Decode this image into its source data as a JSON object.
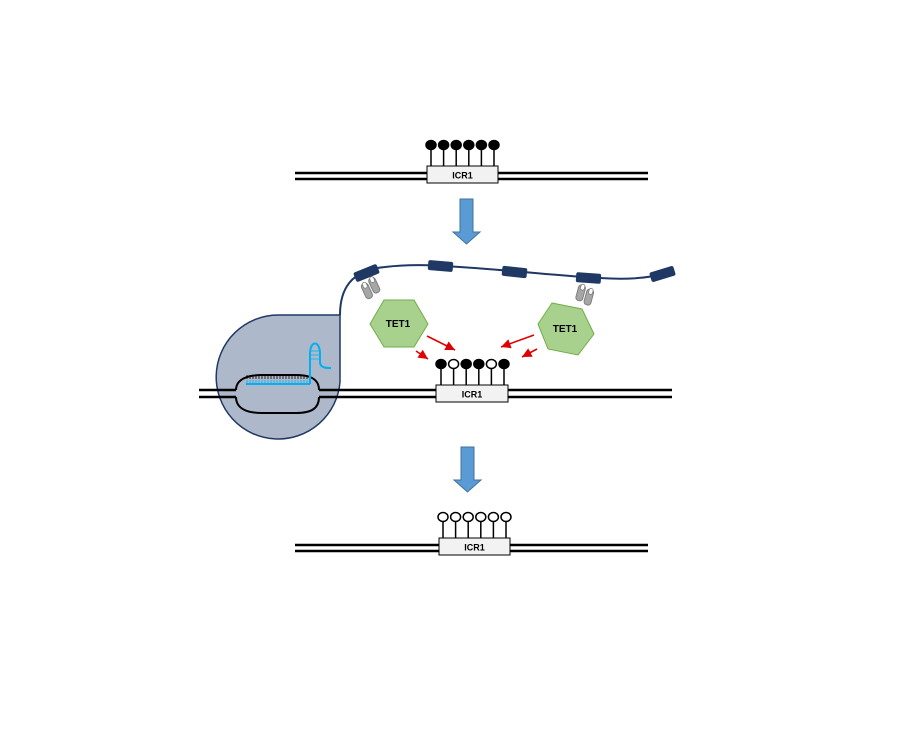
{
  "panels": {
    "top": {
      "region_label": "ICR1",
      "lollipops": [
        true,
        true,
        true,
        true,
        true,
        true
      ]
    },
    "middle": {
      "region_label": "ICR1",
      "lollipops": [
        true,
        false,
        true,
        true,
        false,
        true
      ]
    },
    "bottom": {
      "region_label": "ICR1",
      "lollipops": [
        false,
        false,
        false,
        false,
        false,
        false
      ]
    }
  },
  "enzymes": {
    "left_label": "TET1",
    "right_label": "TET1"
  },
  "colors": {
    "arrow_fill": "#5b9bd5",
    "arrow_stroke": "#41719c",
    "hexagon_fill": "#a9d18e",
    "hexagon_stroke": "#70ad47",
    "dcas9_fill": "#adb9ca",
    "dcas9_stroke": "#1f3864",
    "scaffold_block": "#1f3864",
    "guide_rna": "#00b0f0",
    "red_arrow": "#e00000",
    "antibody_fill": "#a6a6a6"
  }
}
